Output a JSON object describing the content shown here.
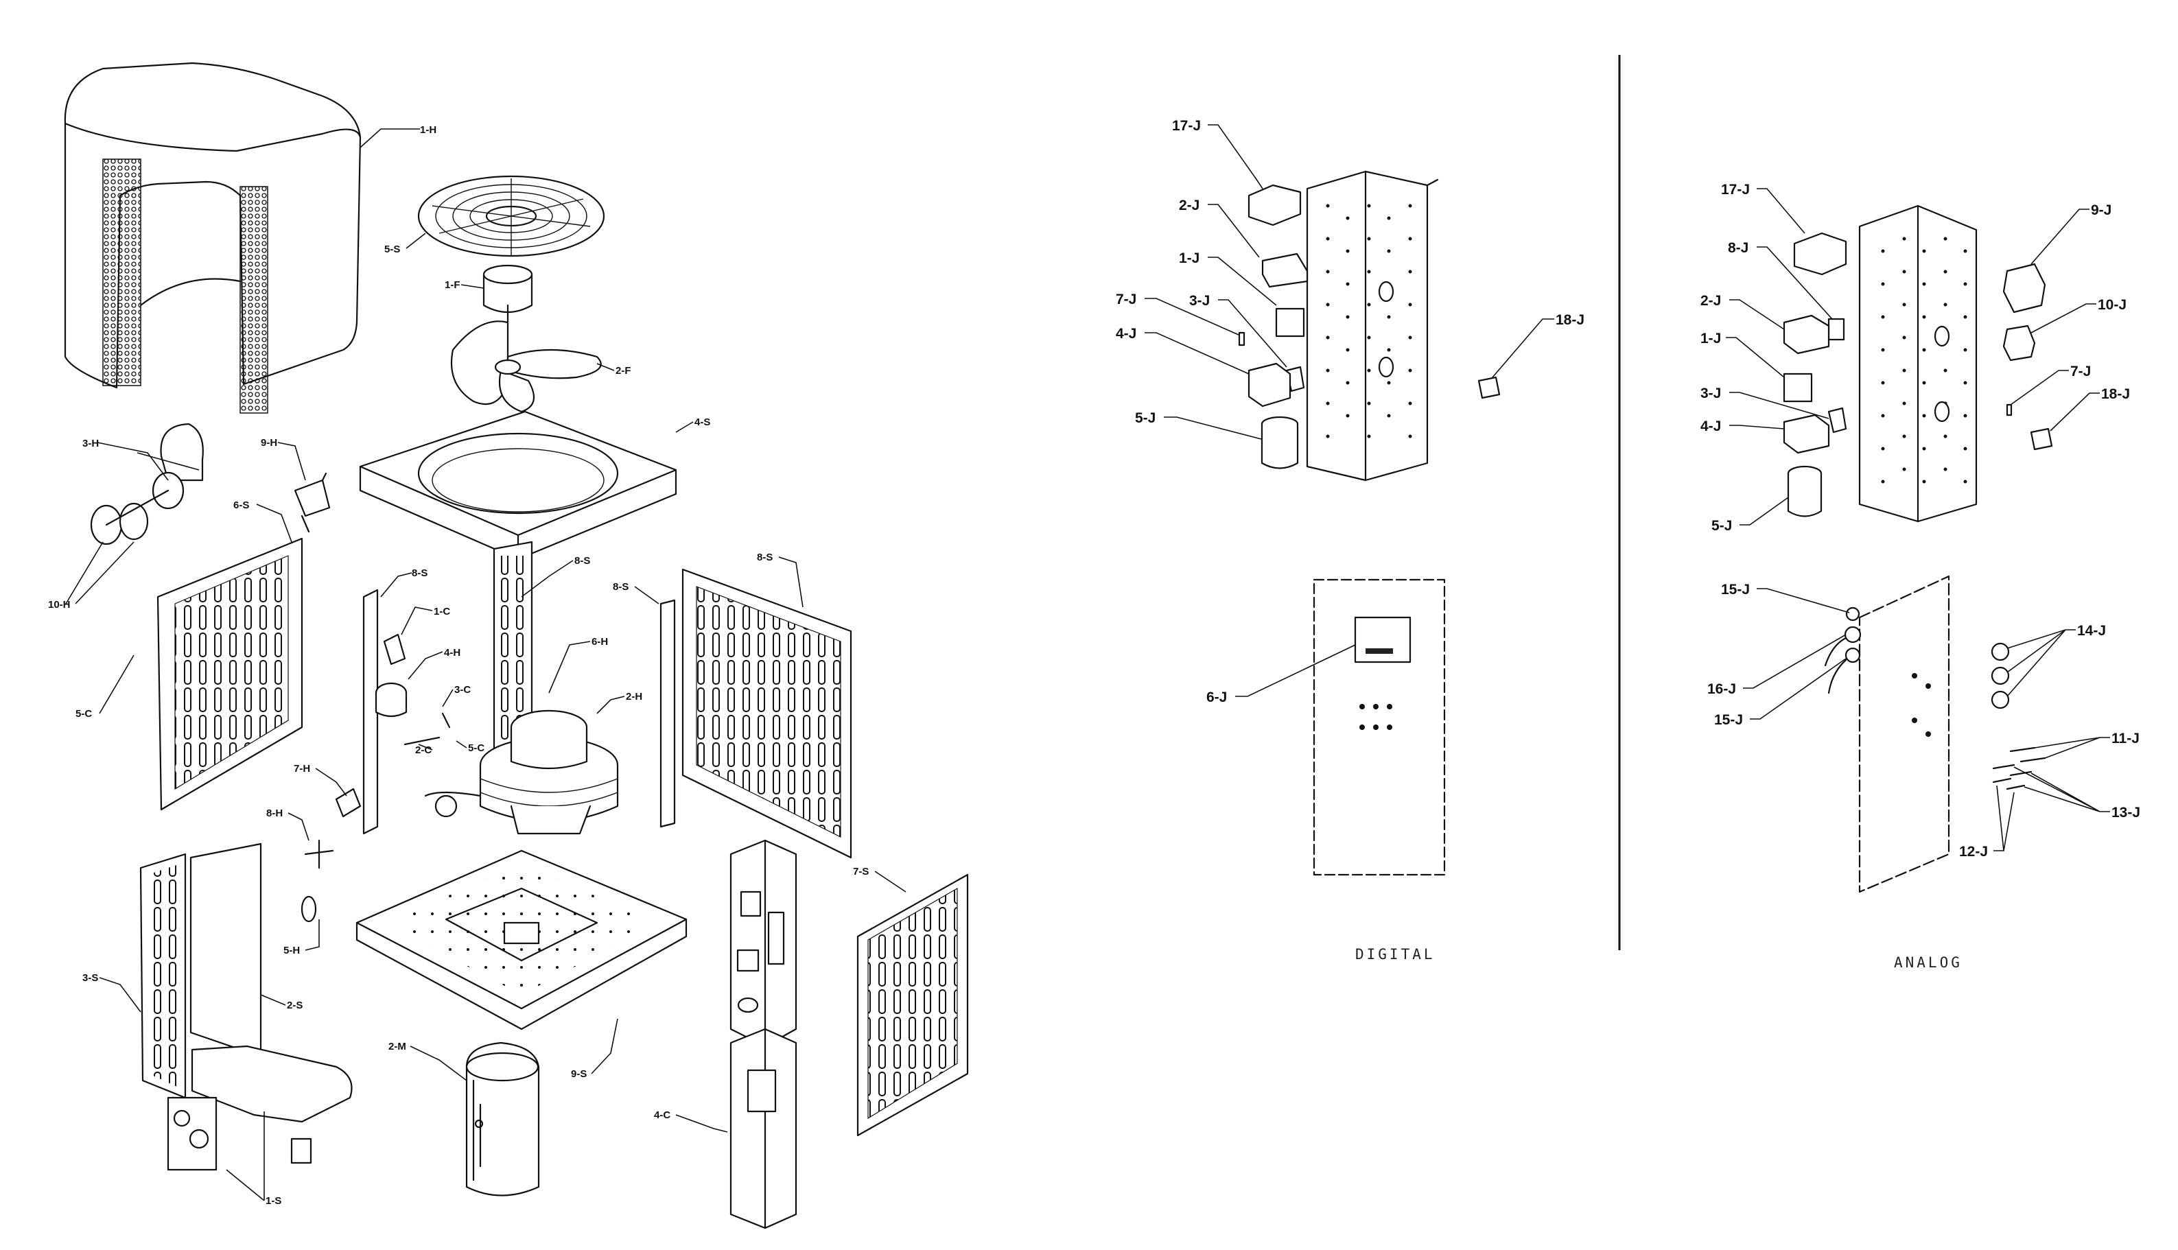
{
  "captions": {
    "digital": "DIGITAL",
    "analog": "ANALOG"
  },
  "labels": {
    "h1": "1-H",
    "s5": "5-S",
    "f1": "1-F",
    "f2": "2-F",
    "s4": "4-S",
    "h3": "3-H",
    "h10": "10-H",
    "h9": "9-H",
    "s6": "6-S",
    "c5a": "5-C",
    "s8a": "8-S",
    "c1": "1-C",
    "h4": "4-H",
    "c3": "3-C",
    "c2": "2-C",
    "c5b": "5-C",
    "s8b": "8-S",
    "h6": "6-H",
    "h2": "2-H",
    "s8c": "8-S",
    "s8d": "8-S",
    "h7": "7-H",
    "h8": "8-H",
    "h5": "5-H",
    "s3": "3-S",
    "s2": "2-S",
    "s1": "1-S",
    "m2": "2-M",
    "s9": "9-S",
    "c4": "4-C",
    "s7": "7-S"
  },
  "digital_labels": {
    "j17": "17-J",
    "j2": "2-J",
    "j1": "1-J",
    "j7": "7-J",
    "j3": "3-J",
    "j4": "4-J",
    "j5": "5-J",
    "j18": "18-J",
    "j6": "6-J"
  },
  "analog_labels": {
    "j17": "17-J",
    "j8": "8-J",
    "j9": "9-J",
    "j2": "2-J",
    "j10": "10-J",
    "j1": "1-J",
    "j3": "3-J",
    "j7": "7-J",
    "j18": "18-J",
    "j4": "4-J",
    "j5": "5-J",
    "j15a": "15-J",
    "j14": "14-J",
    "j16": "16-J",
    "j15b": "15-J",
    "j11": "11-J",
    "j13": "13-J",
    "j12": "12-J"
  }
}
